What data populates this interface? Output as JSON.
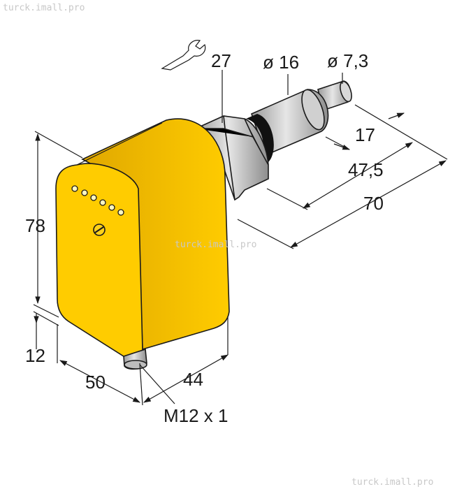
{
  "watermark_top": "turck.imall.pro",
  "watermark_center": "turck.imall.pro",
  "watermark_bottom": "turck.imall.pro",
  "dimensions": {
    "wrench": "27",
    "dia_large": "ø 16",
    "dia_small": "ø 7,3",
    "tip": "17",
    "mid": "47,5",
    "total": "70",
    "height": "78",
    "base": "12",
    "width": "50",
    "depth": "44",
    "thread": "M12 x 1"
  },
  "colors": {
    "housing": "#ffcc00",
    "metal": "#cfcfcf",
    "outline": "#1a1a1a"
  }
}
